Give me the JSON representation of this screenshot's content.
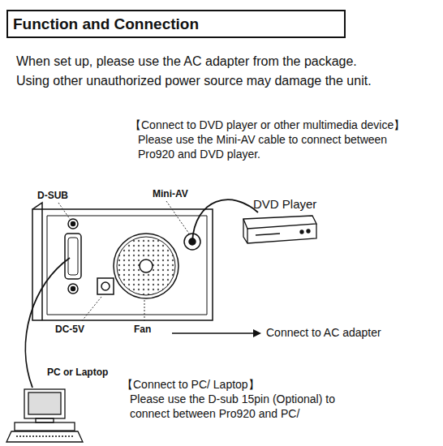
{
  "diagram": {
    "title": "Function and Connection",
    "labels": [
      "When set up, please use the AC adapter from the package.",
      "Using other unauthorized power source may damage the unit.",
      "【Connect to DVD player or other multimedia device】",
      "Please use the Mini-AV cable to connect between Pro920 and DVD player.",
      "D-SUB",
      "Mini-AV",
      "DVD Player",
      "DC-5V",
      "Fan",
      "Connect to AC adapter",
      "PC or Laptop",
      "【Connect to PC/ Laptop】",
      "Please use the D-sub 15pin (Optional) to connect between Pro920 and PC/"
    ]
  }
}
